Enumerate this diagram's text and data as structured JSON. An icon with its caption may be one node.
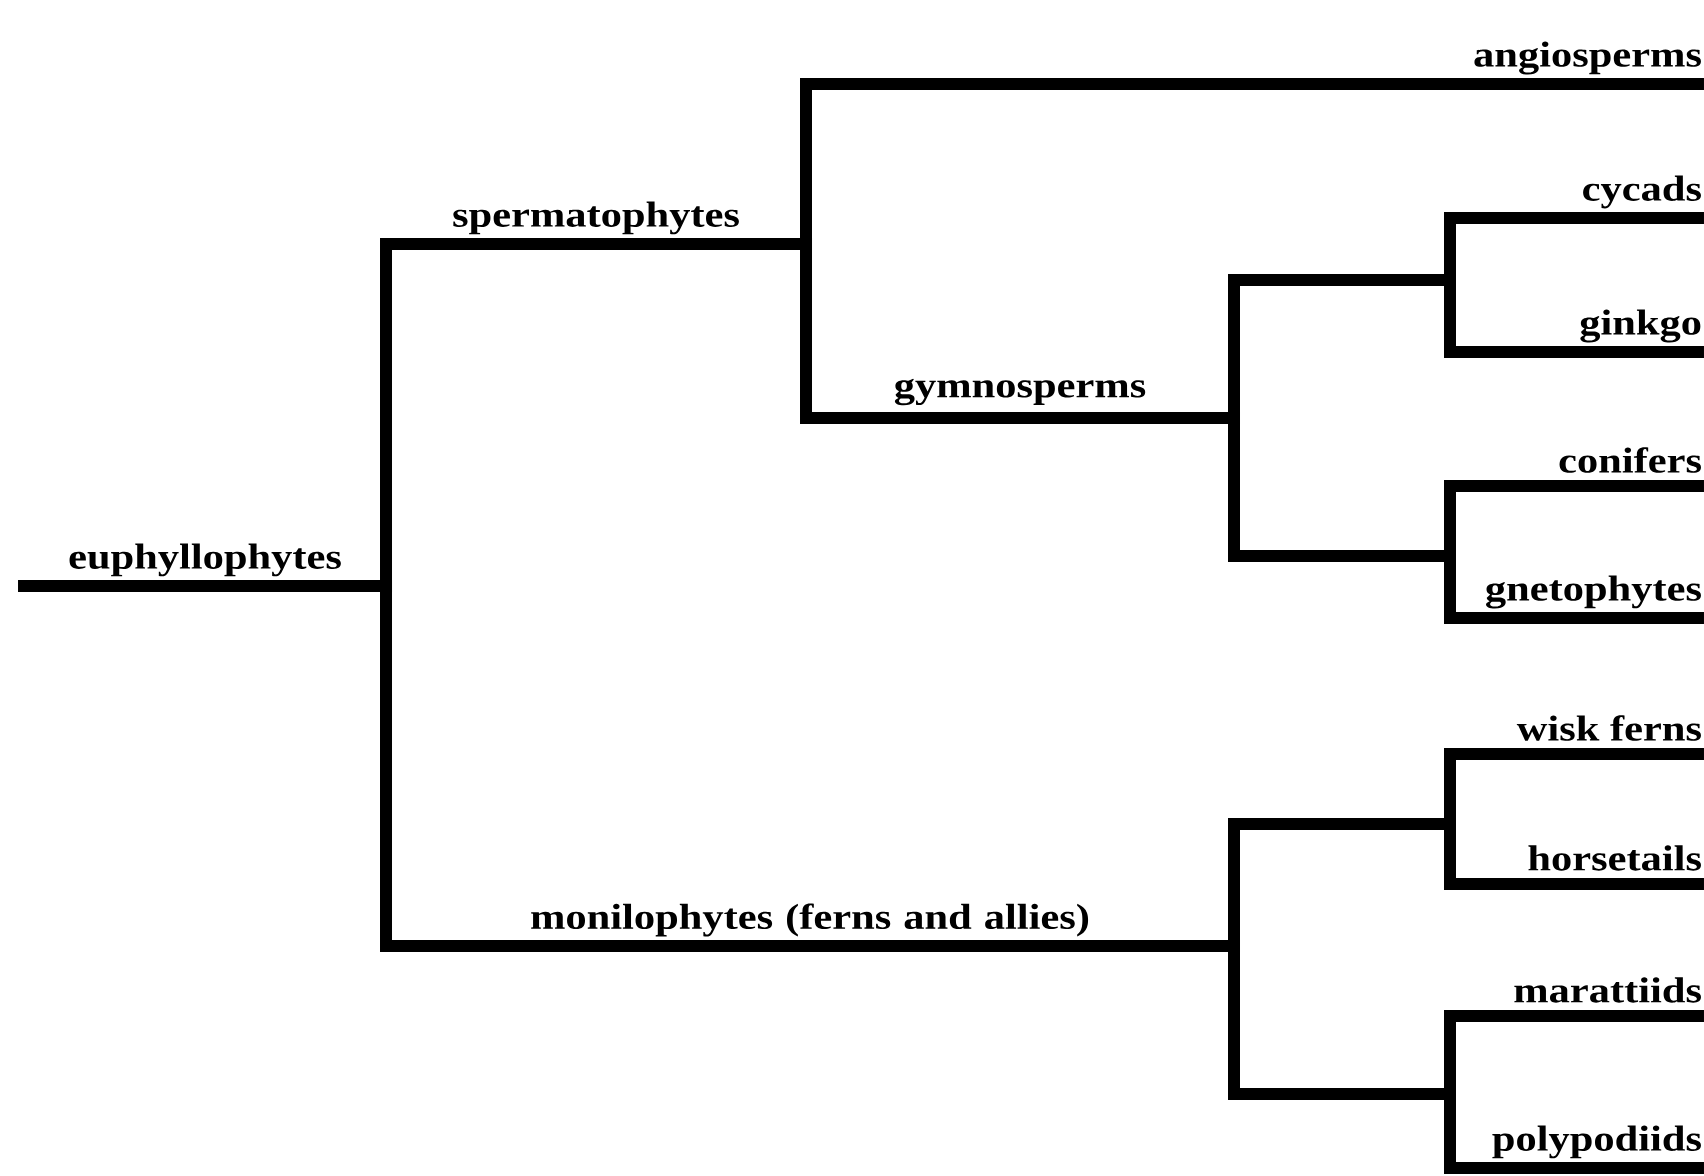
{
  "diagram": {
    "nodes": [
      {
        "text": [
          "euphyllophytes"
        ]
      },
      {
        "text": [
          "spermatophytes"
        ]
      },
      {
        "text": [
          "angiosperms"
        ]
      },
      {
        "text": [
          "gymnosperms"
        ]
      },
      {
        "text": [
          "cycads"
        ]
      },
      {
        "text": [
          "ginkgo"
        ]
      },
      {
        "text": [
          "conifers"
        ]
      },
      {
        "text": [
          "gnetophytes"
        ]
      },
      {
        "text": [
          "monilophytes (ferns and allies)"
        ]
      },
      {
        "text": [
          "wisk ferns"
        ]
      },
      {
        "text": [
          "horsetails"
        ]
      },
      {
        "text": [
          "marattiids"
        ]
      },
      {
        "text": [
          "polypodiids"
        ]
      }
    ],
    "edges": [
      {
        "from": null,
        "to": 0,
        "arrow": "none"
      },
      {
        "from": 0,
        "to": 1,
        "arrow": "none"
      },
      {
        "from": 0,
        "to": 8,
        "arrow": "none"
      },
      {
        "from": 1,
        "to": 2,
        "arrow": "none"
      },
      {
        "from": 1,
        "to": 3,
        "arrow": "none"
      },
      {
        "from": 3,
        "to": 4,
        "arrow": "none"
      },
      {
        "from": 3,
        "to": 5,
        "arrow": "none"
      },
      {
        "from": 3,
        "to": 6,
        "arrow": "none"
      },
      {
        "from": 3,
        "to": 7,
        "arrow": "none"
      },
      {
        "from": 8,
        "to": 9,
        "arrow": "none"
      },
      {
        "from": 8,
        "to": 10,
        "arrow": "none"
      },
      {
        "from": 8,
        "to": 11,
        "arrow": "none"
      },
      {
        "from": 8,
        "to": 12,
        "arrow": "none"
      }
    ]
  }
}
